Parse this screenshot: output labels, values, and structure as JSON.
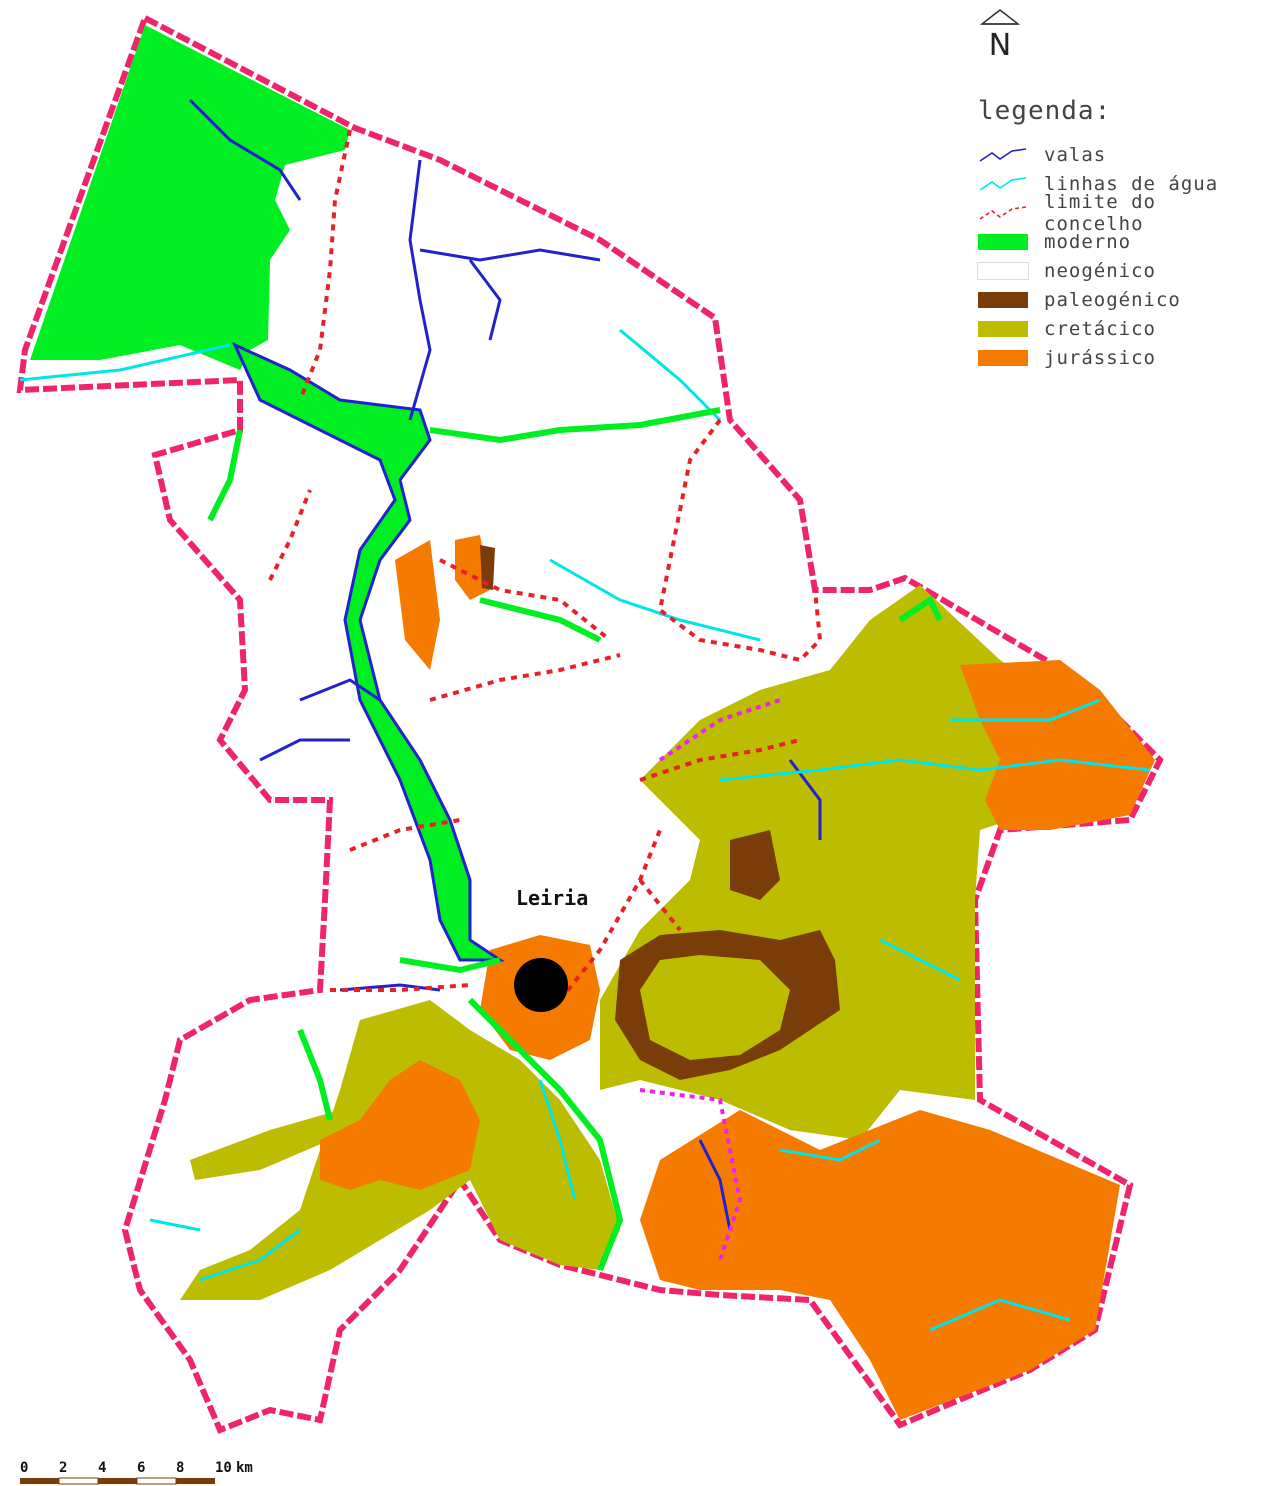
{
  "north": {
    "letter": "N",
    "icon": "north-arrow-icon"
  },
  "legend": {
    "title": "legenda:",
    "items": [
      {
        "label": "valas",
        "kind": "line",
        "color": "#2222cc",
        "style": "solid"
      },
      {
        "label": "linhas de água",
        "kind": "line",
        "color": "#00e5e5",
        "style": "solid"
      },
      {
        "label": "limite do concelho",
        "kind": "line",
        "color": "#e8202a",
        "style": "dashed"
      },
      {
        "label": "moderno",
        "kind": "area",
        "color": "#00ee22"
      },
      {
        "label": "neogénico",
        "kind": "area",
        "color": "#ffffff"
      },
      {
        "label": "paleogénico",
        "kind": "area",
        "color": "#7a3c08"
      },
      {
        "label": "cretácico",
        "kind": "area",
        "color": "#bcbc00"
      },
      {
        "label": "jurássico",
        "kind": "area",
        "color": "#f57a00"
      }
    ]
  },
  "city": {
    "name": "Leiria"
  },
  "scale": {
    "ticks": [
      "0",
      "2",
      "4",
      "6",
      "8",
      "10"
    ],
    "unit": "km"
  }
}
